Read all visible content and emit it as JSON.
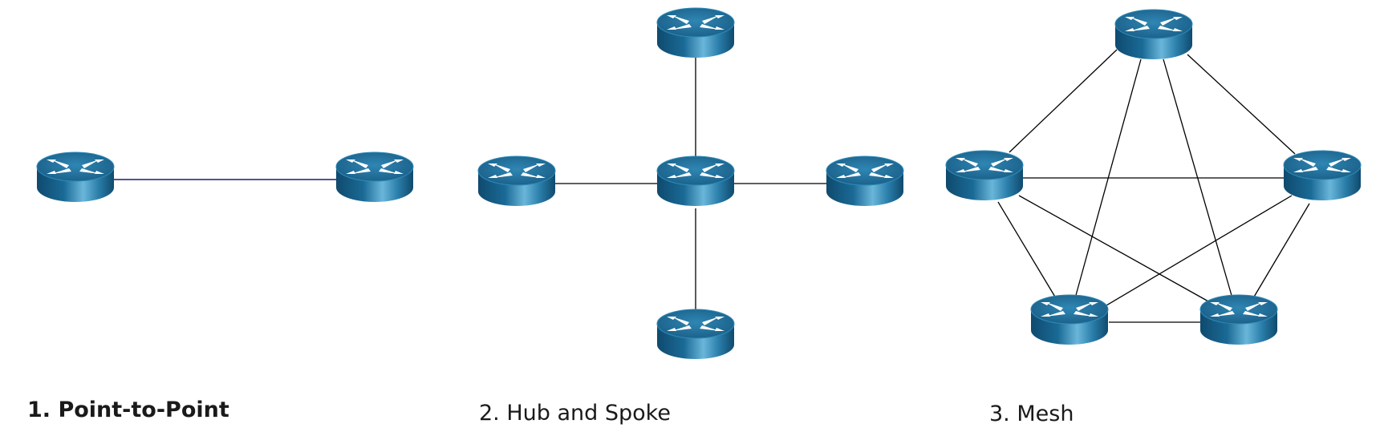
{
  "diagram": {
    "sections": [
      {
        "id": "point-to-point",
        "caption": "1. Point-to-Point",
        "routers": 2,
        "links": 1
      },
      {
        "id": "hub-and-spoke",
        "caption": "2. Hub and Spoke",
        "routers": 5,
        "links": 4
      },
      {
        "id": "mesh",
        "caption": "3. Mesh",
        "routers": 5,
        "links": 10
      }
    ]
  },
  "colors": {
    "router_top": "#1f6f9a",
    "router_side_dark": "#0f4a6e",
    "router_side_light": "#5aa9cf",
    "arrow": "#ffffff",
    "link": "#000000",
    "background": "#ffffff"
  },
  "icons": [
    "router-icon"
  ]
}
